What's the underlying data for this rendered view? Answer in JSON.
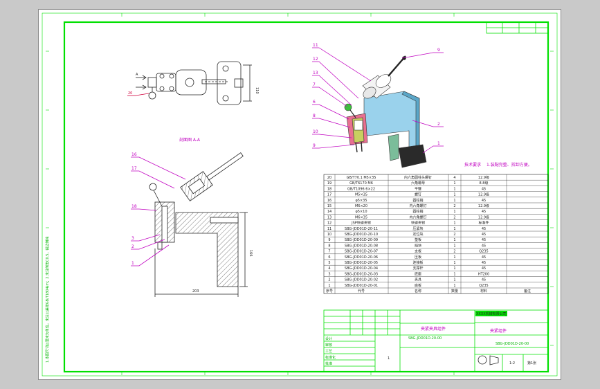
{
  "section_label": "剖面图 A-A",
  "view_label": "A",
  "dim_height_top": "110",
  "dim_height_side": "166",
  "dim_width_bottom": "203",
  "tech_label": "技术要求",
  "tech_note": "1.装配完整、拆卸方便。",
  "side_note": "1.本图尺寸以毫米为单位，未注公差按GB/T1804-m；2.未注倒角C0.5，锐边倒钝",
  "callouts": {
    "sec": [
      "16",
      "17",
      "18",
      "3",
      "2",
      "1"
    ],
    "iso": [
      "11",
      "12",
      "13",
      "7",
      "6",
      "8",
      "10",
      "9",
      "2",
      "1"
    ],
    "top": "20"
  },
  "bom": {
    "headers": [
      "序号",
      "代号",
      "名称",
      "数量",
      "材料",
      "备注"
    ],
    "rows": [
      [
        "20",
        "GB/T70.1 M5×35",
        "内六角圆柱头螺钉",
        "4",
        "12.9级",
        ""
      ],
      [
        "19",
        "GB/T6170 M6",
        "六角螺母",
        "1",
        "8.8级",
        ""
      ],
      [
        "18",
        "GB/T1096 6×22",
        "平键",
        "1",
        "45",
        ""
      ],
      [
        "17",
        "M5×35",
        "螺钉",
        "1",
        "12.9级",
        ""
      ],
      [
        "16",
        "φ5×35",
        "圆柱销",
        "1",
        "45",
        ""
      ],
      [
        "15",
        "M6×20",
        "内六角螺钉",
        "2",
        "12.9级",
        ""
      ],
      [
        "14",
        "φ5×10",
        "圆柱销",
        "1",
        "45",
        ""
      ],
      [
        "13",
        "M6×35",
        "内六角螺钉",
        "2",
        "12.9级",
        ""
      ],
      [
        "12",
        "JSP快速夹钳",
        "快速夹钳",
        "1",
        "标准件",
        ""
      ],
      [
        "11",
        "SBG-JDD01D-20-11",
        "压紧块",
        "1",
        "45",
        ""
      ],
      [
        "10",
        "SBG-JDD01D-20-10",
        "定位块",
        "2",
        "45",
        ""
      ],
      [
        "9",
        "SBG-JDD01D-20-09",
        "垫板",
        "1",
        "45",
        ""
      ],
      [
        "8",
        "SBG-JDD01D-20-08",
        "挡块",
        "1",
        "45",
        ""
      ],
      [
        "7",
        "SBG-JDD01D-20-07",
        "支板",
        "2",
        "Q235",
        ""
      ],
      [
        "6",
        "SBG-JDD01D-20-06",
        "压板",
        "1",
        "45",
        ""
      ],
      [
        "5",
        "SBG-JDD01D-20-05",
        "连接板",
        "1",
        "45",
        ""
      ],
      [
        "4",
        "SBG-JDD01D-20-04",
        "支撑杆",
        "1",
        "45",
        ""
      ],
      [
        "3",
        "SBG-JDD01D-20-03",
        "底座",
        "1",
        "HT200",
        ""
      ],
      [
        "2",
        "SBG-JDD01D-20-02",
        "夹具",
        "1",
        "45",
        ""
      ],
      [
        "1",
        "SBG-JDD01D-20-01",
        "底板",
        "1",
        "Q235",
        ""
      ]
    ]
  },
  "title_block": {
    "company": "XXXX机械有限公司",
    "drawing_name": "夹紧夹具组件",
    "drawing_no": "SBG-JDD01D-20-00",
    "right_name": "夹紧组件",
    "right_no": "SBG-JDD01D-20-00",
    "scale": "1:2",
    "sheet": "第1张",
    "qty": "1",
    "small_rows": [
      "设计",
      "审核",
      "工艺",
      "标准化",
      "批准"
    ]
  },
  "colors": {
    "frame": "#00e000",
    "line": "#222222",
    "callout": "#c000c0",
    "callout2": "#d0003c",
    "body": "#9ad2ec",
    "body_dark": "#5aa6c8",
    "green_part": "#3cbf3c"
  }
}
